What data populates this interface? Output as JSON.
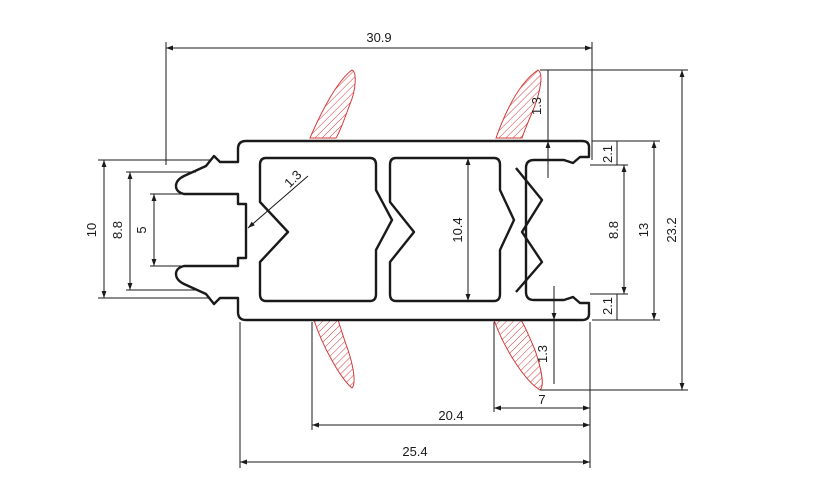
{
  "dimensions": {
    "top_width": "30.9",
    "seal_thickness_top": "1.3",
    "top_step": "2.1",
    "chevron_wall": "1.3",
    "slot_outer": "10",
    "slot_mid": "8.8",
    "slot_inner": "5",
    "cell_height": "10.4",
    "right_inner": "8.8",
    "right_mid": "13",
    "overall_height": "23.2",
    "bottom_step": "2.1",
    "seal_thickness_bottom": "1.3",
    "seal_offset": "7",
    "seal_span": "20.4",
    "bottom_width": "25.4"
  },
  "colors": {
    "line": "#1a1a1a",
    "seal": "#d33b3b"
  }
}
